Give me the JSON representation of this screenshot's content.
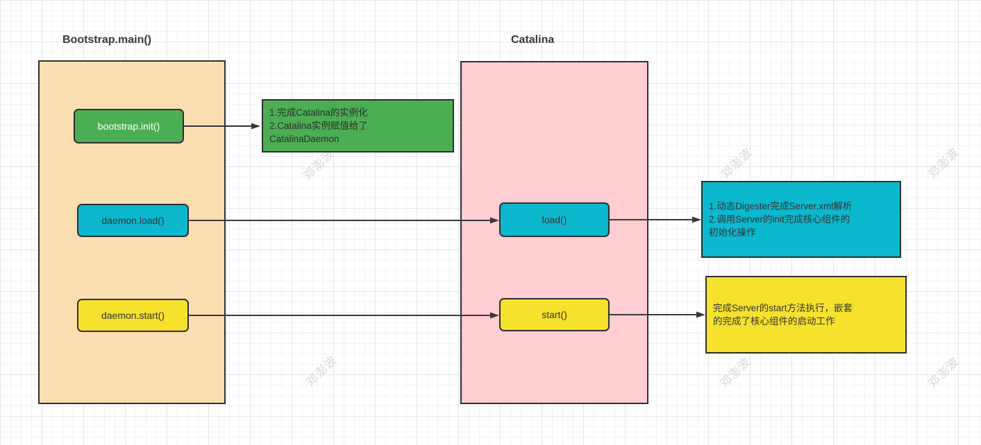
{
  "watermark": {
    "text": "邓澎波"
  },
  "lanes": {
    "bootstrap": {
      "title": "Bootstrap.main()"
    },
    "catalina": {
      "title": "Catalina"
    }
  },
  "nodes": {
    "bootstrap_init": {
      "label": "bootstrap.init()"
    },
    "daemon_load": {
      "label": "daemon.load()"
    },
    "daemon_start": {
      "label": "daemon.start()"
    },
    "catalina_load": {
      "label": "load()"
    },
    "catalina_start": {
      "label": "start()"
    }
  },
  "notes": {
    "init": {
      "text": "1.完成Catalina的实例化\n2.Catalina实例赋值给了\nCatalinaDaemon"
    },
    "load": {
      "text": "1.动态Digester完成Server.xml解析\n2.调用Server的init完成核心组件的\n初始化操作"
    },
    "start": {
      "text": "完成Server的start方法执行，嵌套\n的完成了核心组件的启动工作"
    }
  },
  "colors": {
    "lane_orange": "#FBDFB1",
    "lane_pink": "#FFCDD2",
    "node_green": "#4CAE52",
    "node_cyan": "#0BB8CE",
    "node_yellow": "#F6E12D",
    "shape_border": "#2F2F2F",
    "connector": "#383838",
    "node_text_light": "#FFFFFF",
    "text_dark": "#333333",
    "watermark_gray": "#C9C9C9"
  }
}
